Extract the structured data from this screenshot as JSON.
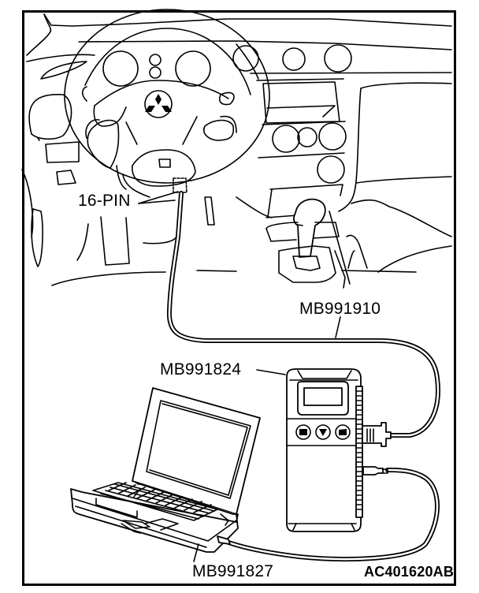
{
  "figure": {
    "id_code": "AC401620AB",
    "description": "Diagnostic connection: vehicle 16-pin data link connector to MUT-III vehicle communication interface and PC",
    "colors": {
      "line": "#000000",
      "background": "#ffffff"
    }
  },
  "labels": {
    "connector": "16-PIN",
    "cable_vehicle": "MB991910",
    "interface": "MB991824",
    "cable_pc": "MB991827"
  },
  "components": [
    {
      "name": "steering-wheel",
      "emblem": "three-diamond-logo"
    },
    {
      "name": "data-link-connector",
      "label_ref": "connector"
    },
    {
      "name": "vehicle-communication-interface",
      "label_ref": "interface",
      "buttons": [
        "esc-icon",
        "down-arrow-icon",
        "enter-icon"
      ]
    },
    {
      "name": "laptop-pc"
    },
    {
      "name": "main-harness",
      "label_ref": "cable_vehicle"
    },
    {
      "name": "usb-cable",
      "label_ref": "cable_pc"
    }
  ]
}
